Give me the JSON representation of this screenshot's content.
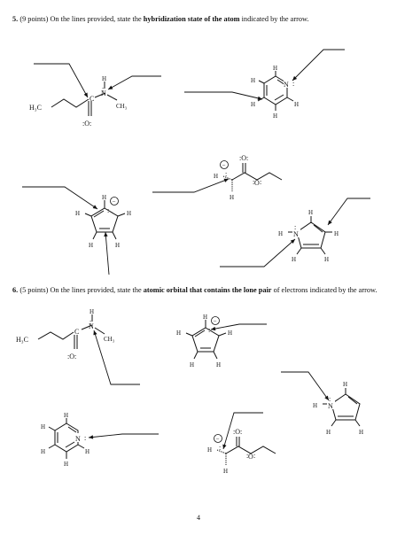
{
  "question5": {
    "number": "5.",
    "points": "(9 points)",
    "text_before": "On the lines provided, state the",
    "emphasis": "hybridization state of the atom",
    "text_after": "indicated by the arrow."
  },
  "question6": {
    "number": "6.",
    "points": "(5 points)",
    "text_before": "On the lines provided, state the",
    "emphasis": "atomic orbital that contains the lone pair",
    "text_after": "of electrons indicated by the arrow."
  },
  "atoms": {
    "H3C": "H₃C",
    "CH3": "CH₃",
    "H": "H",
    "C": "C",
    "N": "N",
    "O": "O",
    "lone_pair": ":",
    "carbonyl_O": ":O:",
    "minus": "−"
  },
  "page_number": "4"
}
